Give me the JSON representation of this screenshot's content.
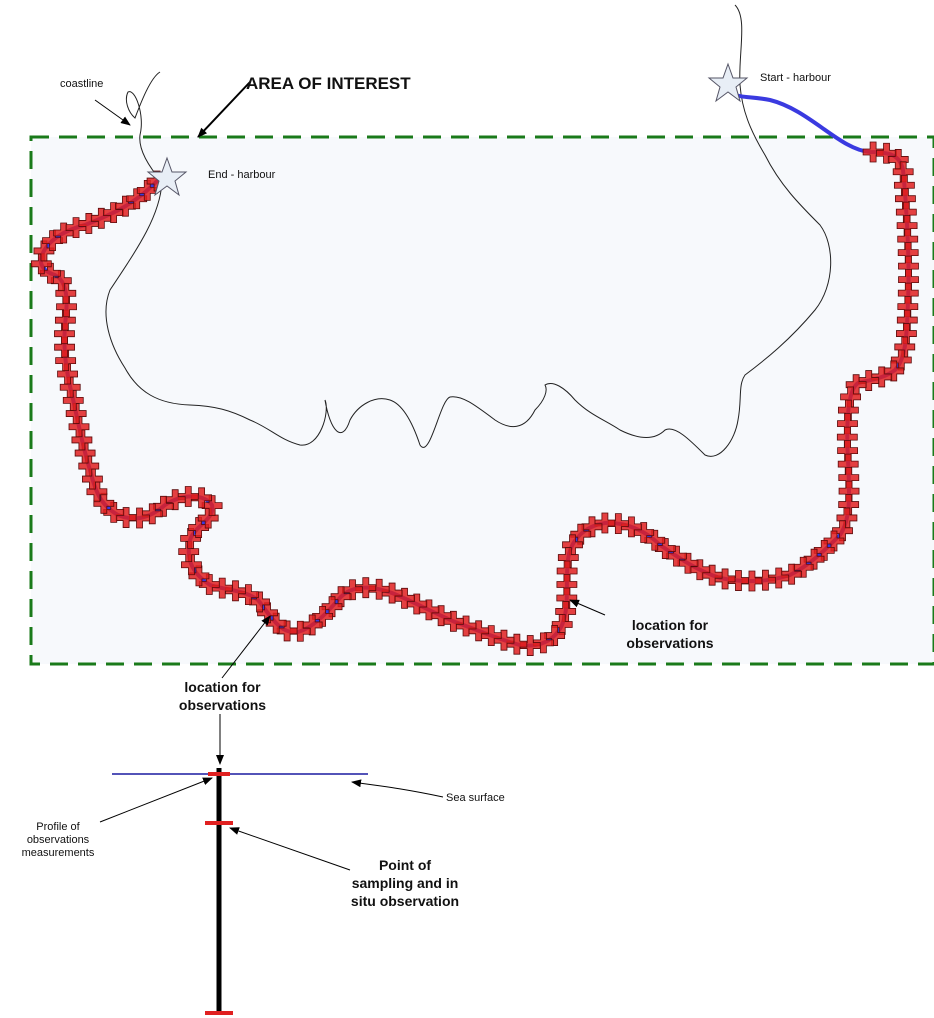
{
  "labels": {
    "coastline": "coastline",
    "area_of_interest": "AREA OF INTEREST",
    "start_harbour": "Start - harbour",
    "end_harbour": "End - harbour",
    "location_right": "location for observations",
    "location_left": "location for observations",
    "sea_surface": "Sea surface",
    "profile": "Profile of observations measurements",
    "point_of_sampling": "Point of sampling and in situ observation"
  },
  "colors": {
    "area_border": "#1a7a1a",
    "area_fill": "#f7f9fc",
    "route": "#3a3ae0",
    "station_marker": "#e02020",
    "coastline": "#222222",
    "harbour_star": "#e8eef6",
    "sea_surface_line": "#1a1aa0"
  },
  "icons": {
    "harbour": "star-icon",
    "station": "cross-marker-icon"
  }
}
